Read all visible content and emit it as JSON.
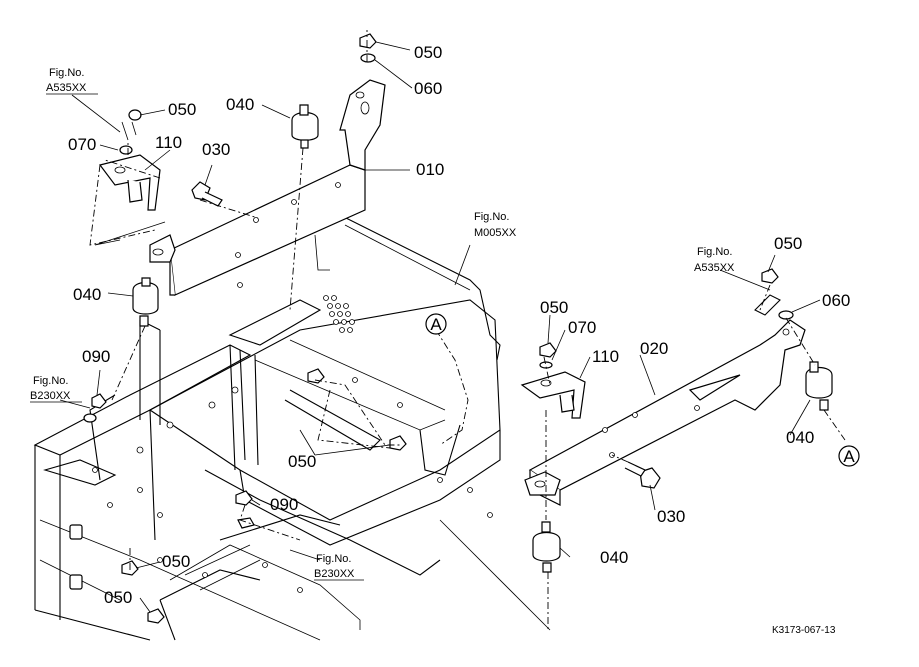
{
  "drawing_code": "K3173-067-13",
  "parts": {
    "p010": "010",
    "p020": "020",
    "p030": "030",
    "p040": "040",
    "p050": "050",
    "p060": "060",
    "p070": "070",
    "p090": "090",
    "p110": "110"
  },
  "fig_refs": {
    "fig_label": "Fig.No.",
    "a535": "A535XX",
    "m005": "M005XX",
    "b230": "B230XX"
  },
  "markers": {
    "a": "A"
  }
}
